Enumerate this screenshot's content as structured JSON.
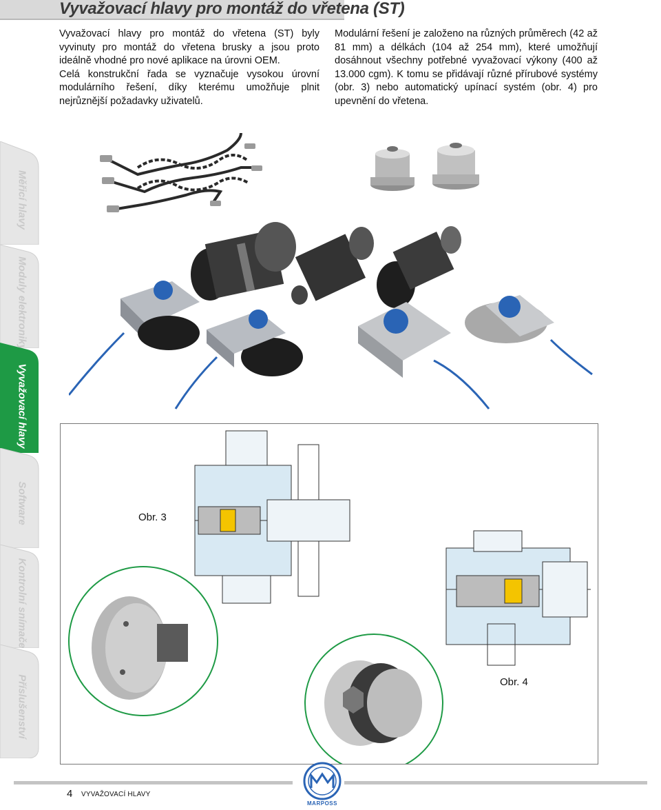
{
  "page": {
    "title": "Vyvažovací hlavy pro montáž do vřetena (ST)",
    "paragraph_left_1": "Vyvažovací hlavy pro montáž do vřetena (ST) byly vyvinuty pro montáž do vřetena brusky a jsou proto ideálně vhodné pro nové aplikace na úrovni OEM.",
    "paragraph_left_2": "Celá konstrukční řada se vyznačuje vysokou úrovní modulárního řešení, díky kterému umožňuje plnit nejrůznější požadavky uživatelů.",
    "paragraph_right": "Modulární řešení je založeno na různých průměrech (42 až 81 mm) a délkách (104 až 254 mm), které umožňují dosáhnout všechny potřebné vyvažovací výkony (400 až 13.000 cgm). K tomu se přidávají různé přírubové systémy (obr. 3) nebo automatický upínací systém (obr. 4) pro upevnění do vřetena."
  },
  "figures": {
    "fig3_label": "Obr. 3",
    "fig4_label": "Obr. 4"
  },
  "side_tabs": [
    {
      "label": "Měřicí hlavy",
      "active": false
    },
    {
      "label": "Moduly elektroniky",
      "active": false
    },
    {
      "label": "Vyvažovací hlavy",
      "active": true
    },
    {
      "label": "Software",
      "active": false
    },
    {
      "label": "Kontrolní snímače",
      "active": false
    },
    {
      "label": "Příslušenství",
      "active": false
    }
  ],
  "footer": {
    "page_number": "4",
    "section": "VYVAŽOVACÍ HLAVY",
    "brand": "MARPOSS"
  },
  "colors": {
    "active_tab": "#1e9a45",
    "tab_gray": "#e6e6e6",
    "brand_blue": "#2a64b5",
    "highlight_yellow": "#f4c400",
    "drawing_blue": "#d8e9f3"
  }
}
